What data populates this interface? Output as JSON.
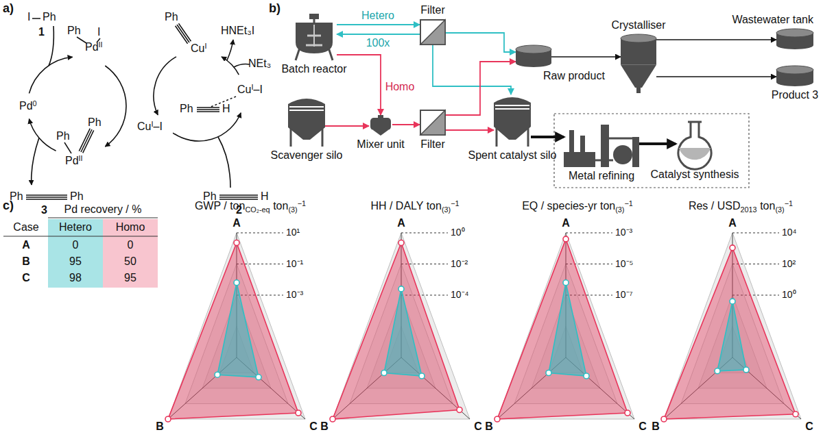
{
  "diagram": {
    "nodes": [
      {
        "text": [
          "Batch reactor"
        ]
      },
      {
        "text": [
          "Filter"
        ]
      },
      {
        "text": [
          "Raw product"
        ]
      },
      {
        "text": [
          "Crystalliser"
        ]
      },
      {
        "text": [
          "Wastewater tank"
        ]
      },
      {
        "text": [
          "Product 3"
        ]
      },
      {
        "text": [
          "Scavenger silo"
        ]
      },
      {
        "text": [
          "Mixer unit"
        ]
      },
      {
        "text": [
          "Filter"
        ]
      },
      {
        "text": [
          "Spent catalyst silo"
        ]
      },
      {
        "text": [
          "Metal refining"
        ]
      },
      {
        "text": [
          "Catalyst synthesis"
        ]
      }
    ],
    "edges": [
      {
        "from": 0,
        "to": 1,
        "arrow": "to",
        "label": "Hetero"
      },
      {
        "from": 1,
        "to": 0,
        "arrow": "to",
        "label": "100x"
      },
      {
        "from": 1,
        "to": 2,
        "arrow": "to"
      },
      {
        "from": 1,
        "to": 9,
        "arrow": "to"
      },
      {
        "from": 0,
        "to": 7,
        "arrow": "to",
        "label": "Homo"
      },
      {
        "from": 6,
        "to": 7,
        "arrow": "to"
      },
      {
        "from": 7,
        "to": 8,
        "arrow": "to"
      },
      {
        "from": 8,
        "to": 2,
        "arrow": "to"
      },
      {
        "from": 8,
        "to": 9,
        "arrow": "to"
      },
      {
        "from": 2,
        "to": 3,
        "arrow": "to"
      },
      {
        "from": 3,
        "to": 4,
        "arrow": "to"
      },
      {
        "from": 3,
        "to": 5,
        "arrow": "to"
      },
      {
        "from": 9,
        "to": 10,
        "arrow": "to"
      },
      {
        "from": 10,
        "to": 11,
        "arrow": "to"
      }
    ],
    "labels": [
      "a)",
      "I",
      "Ph",
      "1",
      "Ph",
      "I",
      "Pd",
      "II",
      "Ph",
      "Cu",
      "I",
      "HNEt₃I",
      "NEt₃",
      "Cu",
      "I",
      "–I",
      "Ph",
      "H",
      "Pd",
      "0",
      "Cu",
      "I",
      "–I",
      "Ph",
      "Ph",
      "Pd",
      "II",
      "Ph",
      "Ph",
      "3",
      "Ph",
      "H",
      "2",
      "b)",
      "c)",
      "Pd recovery / %",
      "Case",
      "Hetero",
      "Homo",
      "A",
      "0",
      "0",
      "B",
      "95",
      "50",
      "C",
      "98",
      "95",
      "GWP / ton",
      "CO₂-eq",
      "ton",
      "(3)",
      "−1",
      "HH / DALY ton",
      "(3)",
      "−1",
      "EQ / species-yr ton",
      "(3)",
      "−1",
      "Res / USD",
      "2013",
      "ton",
      "(3)",
      "−1",
      "A",
      "B",
      "C",
      "10¹",
      "10⁻¹",
      "10⁻³",
      "A",
      "B",
      "C",
      "10⁰",
      "10⁻²",
      "10⁻⁴",
      "A",
      "B",
      "C",
      "10⁻³",
      "10⁻⁵",
      "10⁻⁷",
      "A",
      "B",
      "C",
      "10⁴",
      "10²",
      "10⁰"
    ]
  }
}
